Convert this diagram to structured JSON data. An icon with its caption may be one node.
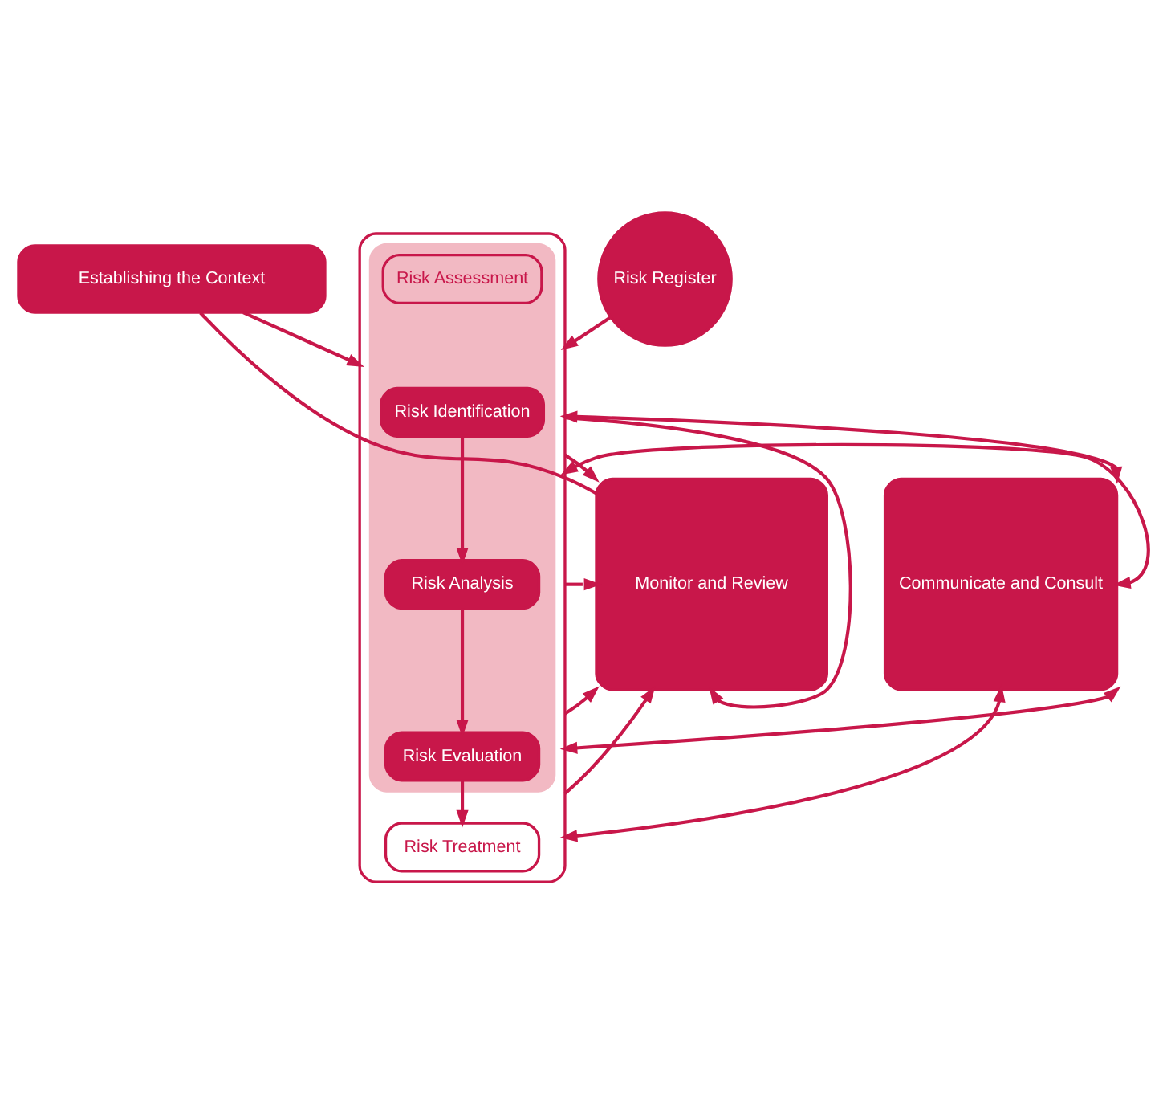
{
  "diagram": {
    "nodes": [
      {
        "text": [
          "Risk Register"
        ]
      },
      {
        "text": [
          "Establishing the Context"
        ]
      },
      {
        "text": [
          "Communicate and Consult"
        ]
      },
      {
        "text": [],
        "shape": "box"
      },
      {
        "text": [],
        "shape": "box",
        "in": 3
      },
      {
        "text": [
          "Risk Assessment"
        ],
        "in": 4
      },
      {
        "text": [
          "Risk Identification"
        ],
        "in": 4
      },
      {
        "text": [
          "Risk Analysis"
        ],
        "in": 4
      },
      {
        "text": [
          "Risk Evaluation"
        ],
        "in": 4
      },
      {
        "text": [
          "Risk Treatment"
        ],
        "in": 3
      },
      {
        "text": [
          "Monitor and Review"
        ]
      }
    ],
    "edges": [
      {
        "from": 0,
        "to": 3,
        "arrow": "to"
      },
      {
        "from": 1,
        "to": 3,
        "arrow": "to"
      },
      {
        "from": 2,
        "to": 3,
        "arrow": "both"
      },
      {
        "from": 2,
        "to": 3,
        "arrow": "both"
      },
      {
        "from": 2,
        "to": 3,
        "arrow": "both"
      },
      {
        "from": 2,
        "to": 3,
        "arrow": "both"
      },
      {
        "from": 6,
        "to": 7,
        "arrow": "to"
      },
      {
        "from": 7,
        "to": 8,
        "arrow": "to"
      },
      {
        "from": 8,
        "to": 9,
        "arrow": "to"
      },
      {
        "from": 3,
        "to": 10,
        "arrow": "to"
      },
      {
        "from": 3,
        "to": 10,
        "arrow": "to"
      },
      {
        "from": 3,
        "to": 10,
        "arrow": "to"
      },
      {
        "from": 3,
        "to": 10,
        "arrow": "to"
      },
      {
        "from": 10,
        "to": 1,
        "arrow": "none"
      },
      {
        "from": 3,
        "to": 10,
        "arrow": "to"
      }
    ]
  }
}
